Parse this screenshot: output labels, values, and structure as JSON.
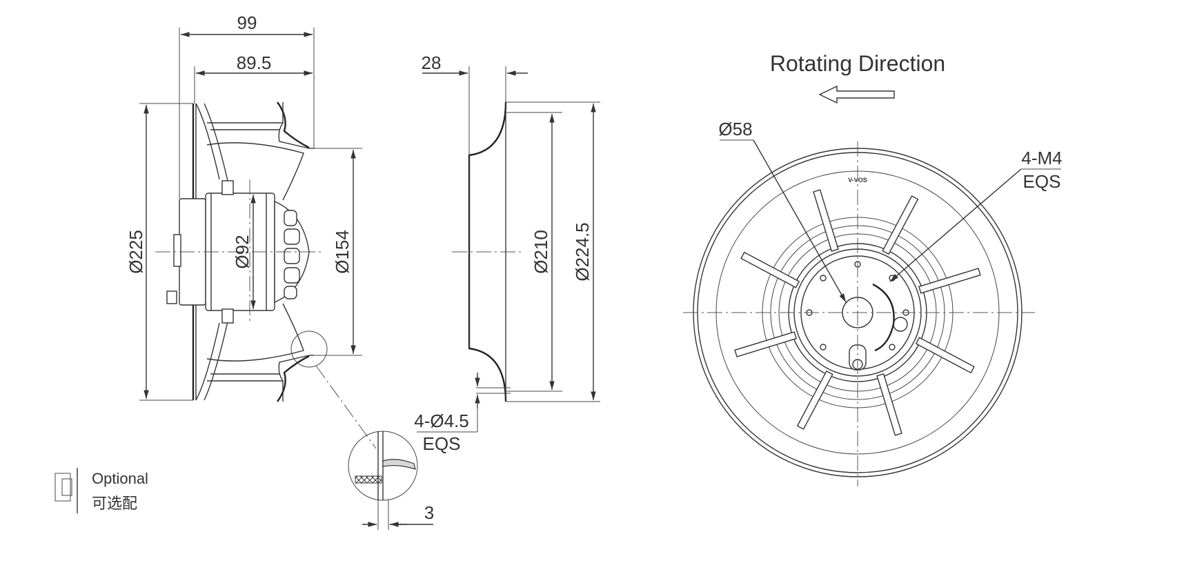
{
  "side_view": {
    "dim_overall_width": "99",
    "dim_impeller_width": "89.5",
    "dim_impeller_diameter": "Ø225",
    "dim_motor_diameter": "Ø92",
    "dim_inlet_diameter": "Ø154"
  },
  "inlet_ring_view": {
    "dim_flange_depth": "28",
    "dim_ring_inner_diameter": "Ø210",
    "dim_ring_outer_diameter": "Ø224.5",
    "dim_mount_holes": "4-Ø4.5",
    "dim_mount_holes_note": "EQS"
  },
  "detail_view": {
    "dim_gap": "3"
  },
  "front_view": {
    "title": "Rotating Direction",
    "dim_hub_diameter": "Ø58",
    "dim_threads": "4-M4",
    "dim_threads_note": "EQS",
    "hub_marking": "V-VOS"
  },
  "legend": {
    "optional_en": "Optional",
    "optional_cn": "可选配"
  },
  "colors": {
    "line": "#333333",
    "background": "#ffffff"
  }
}
